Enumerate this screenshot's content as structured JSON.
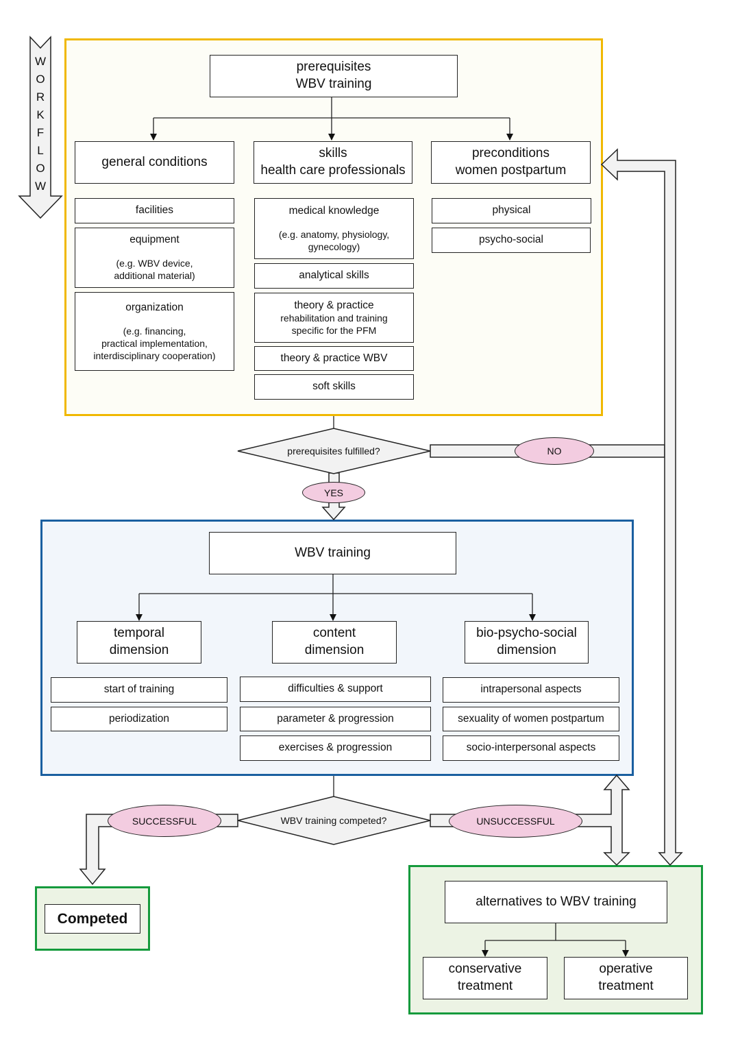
{
  "workflow": {
    "letters": [
      "W",
      "O",
      "R",
      "K",
      "F",
      "L",
      "O",
      "W"
    ]
  },
  "prereq": {
    "title_line1": "prerequisites",
    "title_line2": "WBV training",
    "general": {
      "header": "general conditions",
      "facilities": "facilities",
      "equipment": "equipment",
      "equipment_detail_1": "(e.g. WBV device,",
      "equipment_detail_2": "additional material)",
      "organization": "organization",
      "organization_detail_1": "(e.g. financing,",
      "organization_detail_2": "practical implementation,",
      "organization_detail_3": "interdisciplinary cooperation)"
    },
    "skills": {
      "header_line1": "skills",
      "header_line2": "health care professionals",
      "medical": "medical knowledge",
      "medical_detail_1": "(e.g. anatomy, physiology,",
      "medical_detail_2": "gynecology)",
      "analytical": "analytical skills",
      "theory_pfm_1": "theory & practice",
      "theory_pfm_2": "rehabilitation and training",
      "theory_pfm_3": "specific for the PFM",
      "theory_wbv": "theory & practice WBV",
      "soft": "soft skills"
    },
    "preconditions": {
      "header_line1": "preconditions",
      "header_line2": "women postpartum",
      "physical": "physical",
      "psycho_social": "psycho-social"
    }
  },
  "decision1": {
    "question": "prerequisites fulfilled?",
    "no": "NO",
    "yes": "YES"
  },
  "training": {
    "title": "WBV training",
    "temporal": {
      "header_line1": "temporal",
      "header_line2": "dimension",
      "items": [
        "start of training",
        "periodization"
      ]
    },
    "content": {
      "header_line1": "content",
      "header_line2": "dimension",
      "items": [
        "difficulties & support",
        "parameter & progression",
        "exercises & progression"
      ]
    },
    "bio": {
      "header_line1": "bio-psycho-social",
      "header_line2": "dimension",
      "items": [
        "intrapersonal aspects",
        "sexuality of women postpartum",
        "socio-interpersonal aspects"
      ]
    }
  },
  "decision2": {
    "question": "WBV training competed?",
    "success": "SUCCESSFUL",
    "fail": "UNSUCCESSFUL"
  },
  "competed": {
    "label": "Competed"
  },
  "alternatives": {
    "title": "alternatives to WBV training",
    "conservative_1": "conservative",
    "conservative_2": "treatment",
    "operative_1": "operative",
    "operative_2": "treatment"
  },
  "colors": {
    "prereq_border": "#f0b800",
    "prereq_bg": "#fdfdf6",
    "training_border": "#1a5fa0",
    "training_bg": "#f2f6fb",
    "green_border": "#159a3c",
    "green_bg": "#ecf3e4",
    "ellipse": "#f3cce0"
  }
}
